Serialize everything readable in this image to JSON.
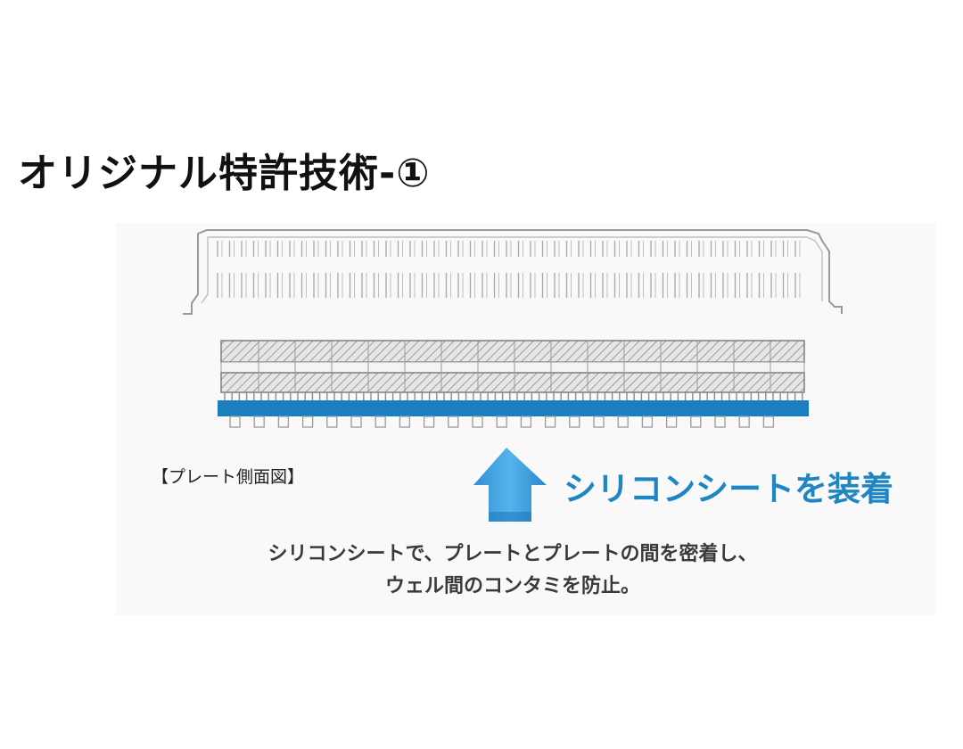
{
  "title": "オリジナル特許技術-①",
  "diagram": {
    "caption": "【プレート側面図】",
    "callout": "シリコンシートを装着",
    "description": [
      "シリコンシートで、プレートとプレートの間を密着し、",
      "ウェル間のコンタミを防止。"
    ],
    "colors": {
      "sheet": "#1a7fc0",
      "arrow": "#3aa0e0",
      "callout_text": "#1f86c4",
      "line": "#8c8c8c"
    }
  }
}
